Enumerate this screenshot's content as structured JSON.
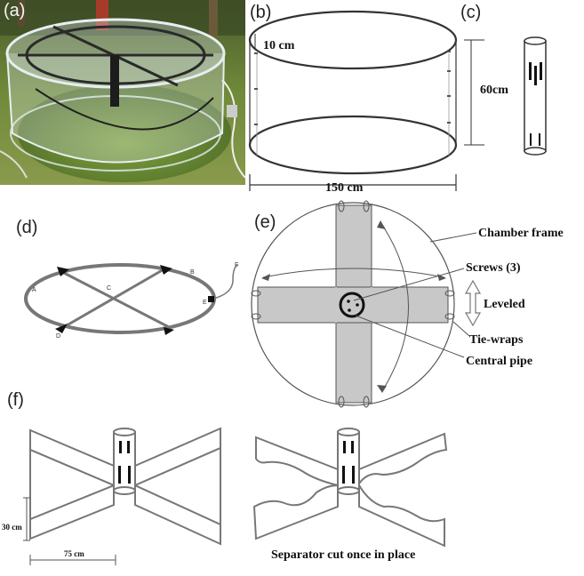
{
  "panels": {
    "a": {
      "label": "(a)"
    },
    "b": {
      "label": "(b)",
      "top_dim": "10 cm",
      "width_dim": "150 cm"
    },
    "c": {
      "label": "(c)",
      "height_dim": "60cm"
    },
    "d": {
      "label": "(d)",
      "points": [
        "A",
        "B",
        "C",
        "D",
        "E",
        "F"
      ]
    },
    "e": {
      "label": "(e)",
      "callouts": {
        "frame": "Chamber frame",
        "screws": "Screws (3)",
        "leveled": "Leveled",
        "tiewraps": "Tie-wraps",
        "pipe": "Central pipe"
      }
    },
    "f": {
      "label": "(f)",
      "height_dim": "30 cm",
      "width_dim": "75 cm",
      "caption": "Separator cut once in place"
    }
  },
  "colors": {
    "line": "#333333",
    "fill_grey": "#c8c8c8",
    "photo_moss": "#5f7a33",
    "photo_dark": "#3b4a22"
  }
}
